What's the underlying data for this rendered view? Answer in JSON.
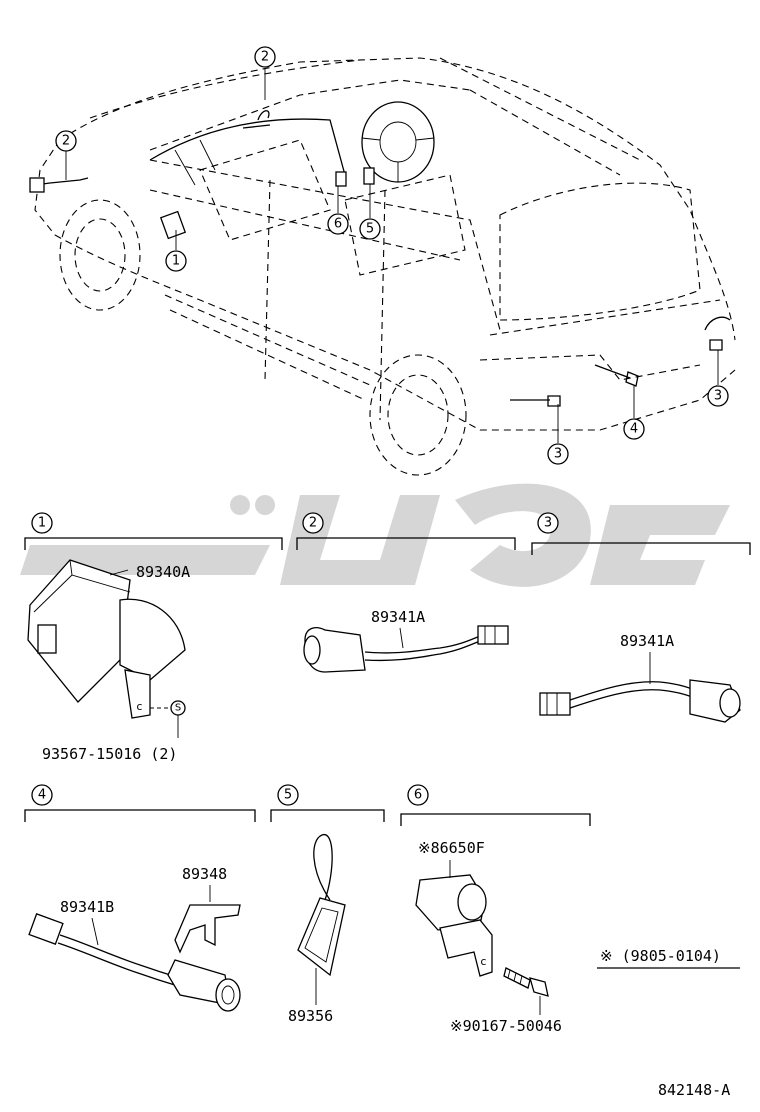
{
  "overview": {
    "callouts": [
      "2",
      "2",
      "1",
      "6",
      "5",
      "3",
      "4",
      "3"
    ]
  },
  "sections": [
    {
      "num": "1",
      "parts": [
        "89340A",
        "93567-15016 (2)"
      ]
    },
    {
      "num": "2",
      "parts": [
        "89341A"
      ]
    },
    {
      "num": "3",
      "parts": [
        "89341A"
      ]
    },
    {
      "num": "4",
      "parts": [
        "89341B",
        "89348"
      ]
    },
    {
      "num": "5",
      "parts": [
        "89356"
      ]
    },
    {
      "num": "6",
      "parts": [
        "※86650F",
        "※90167-50046"
      ]
    }
  ],
  "note": "※ (9805-0104)",
  "fastener_mark": "S",
  "diagram_id": "842148-A"
}
